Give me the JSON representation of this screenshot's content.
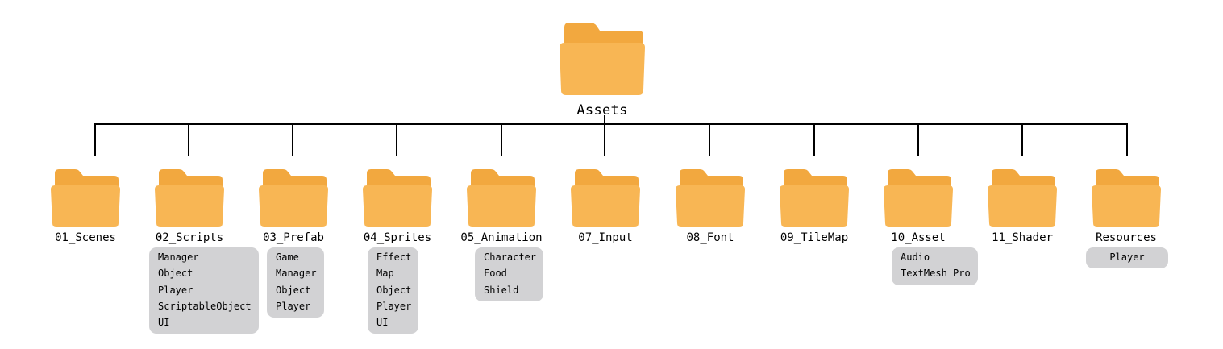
{
  "root": {
    "label": "Assets"
  },
  "colors": {
    "folder_back": "#F2A83F",
    "folder_front": "#F8B654",
    "connector": "#000000",
    "subbox_bg": "#D2D2D4"
  },
  "icons": {
    "folder": "folder-icon"
  },
  "folders": [
    {
      "label": "01_Scenes",
      "items": []
    },
    {
      "label": "02_Scripts",
      "items": [
        "Manager",
        "Object",
        "Player",
        "ScriptableObject",
        "UI"
      ]
    },
    {
      "label": "03_Prefab",
      "items": [
        "Game",
        "Manager",
        "Object",
        "Player"
      ]
    },
    {
      "label": "04_Sprites",
      "items": [
        "Effect",
        "Map",
        "Object",
        "Player",
        "UI"
      ]
    },
    {
      "label": "05_Animation",
      "items": [
        "Character",
        "Food",
        "Shield"
      ]
    },
    {
      "label": "07_Input",
      "items": []
    },
    {
      "label": "08_Font",
      "items": []
    },
    {
      "label": "09_TileMap",
      "items": []
    },
    {
      "label": "10_Asset",
      "items": [
        "Audio",
        "TextMesh Pro"
      ]
    },
    {
      "label": "11_Shader",
      "items": []
    },
    {
      "label": "Resources",
      "items": [
        "Player"
      ]
    }
  ]
}
